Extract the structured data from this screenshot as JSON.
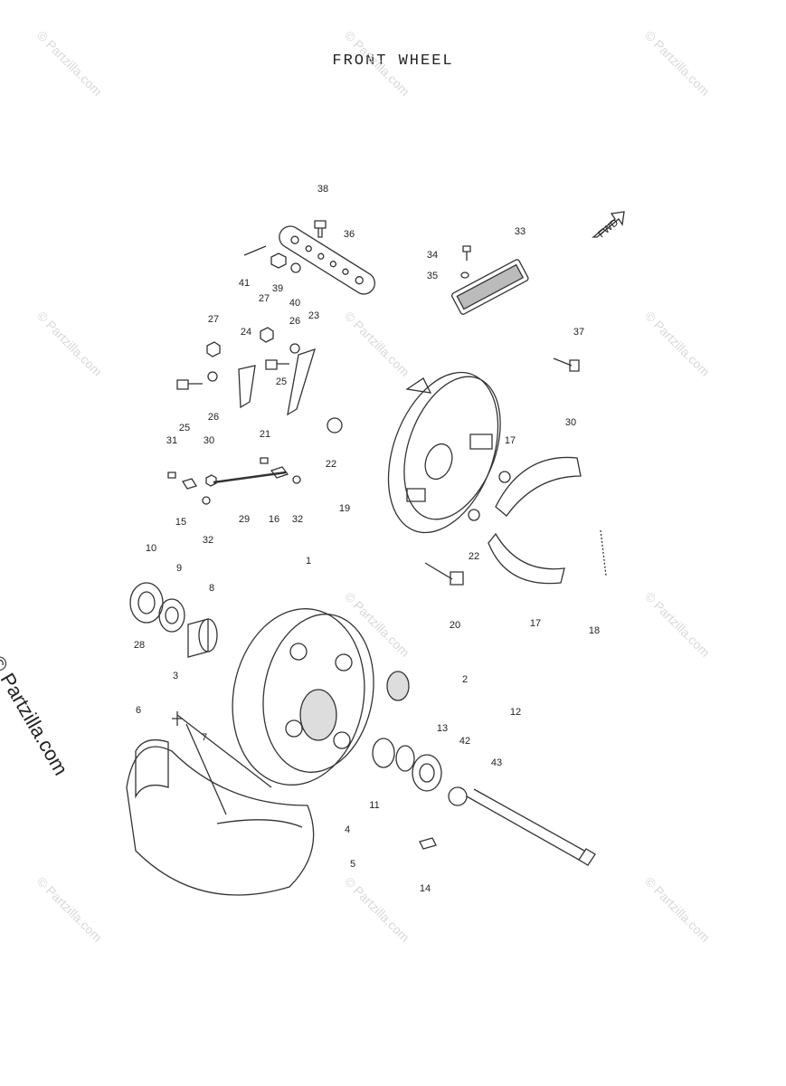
{
  "title": "FRONT WHEEL",
  "fwd_label": "FWD",
  "brand_side": "© Partzilla.com",
  "watermark": "© Partzilla.com",
  "callouts": [
    "38",
    "36",
    "41",
    "39",
    "40",
    "33",
    "34",
    "35",
    "27",
    "24",
    "27",
    "26",
    "23",
    "25",
    "25",
    "26",
    "37",
    "30",
    "31",
    "30",
    "21",
    "22",
    "17",
    "15",
    "32",
    "29",
    "16",
    "32",
    "19",
    "22",
    "10",
    "9",
    "8",
    "1",
    "18",
    "28",
    "20",
    "17",
    "3",
    "2",
    "6",
    "7",
    "12",
    "13",
    "42",
    "43",
    "11",
    "4",
    "5",
    "14"
  ]
}
